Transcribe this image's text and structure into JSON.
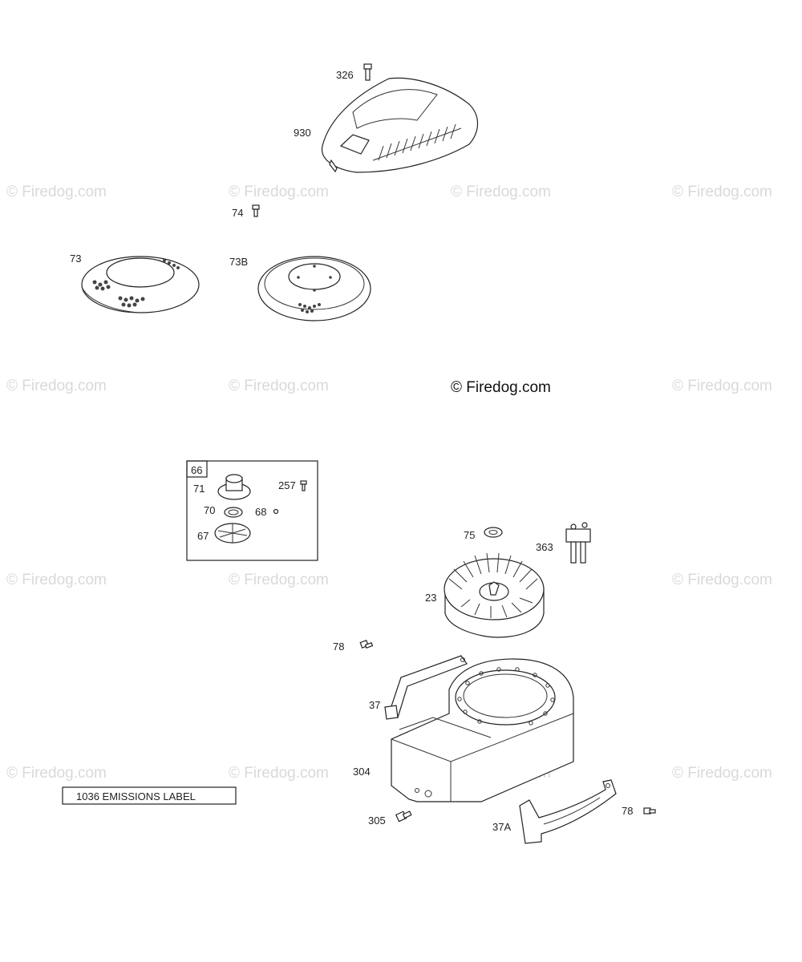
{
  "watermark": "© Firedog.com",
  "callouts": {
    "c326": "326",
    "c930": "930",
    "c74": "74",
    "c73": "73",
    "c73b": "73B",
    "c66": "66",
    "c71": "71",
    "c257": "257",
    "c70": "70",
    "c68": "68",
    "c67": "67",
    "c75": "75",
    "c363": "363",
    "c23": "23",
    "c78a": "78",
    "c37": "37",
    "c304": "304",
    "c305": "305",
    "c37a": "37A",
    "c78b": "78"
  },
  "emissions_label": "1036 EMISSIONS LABEL"
}
